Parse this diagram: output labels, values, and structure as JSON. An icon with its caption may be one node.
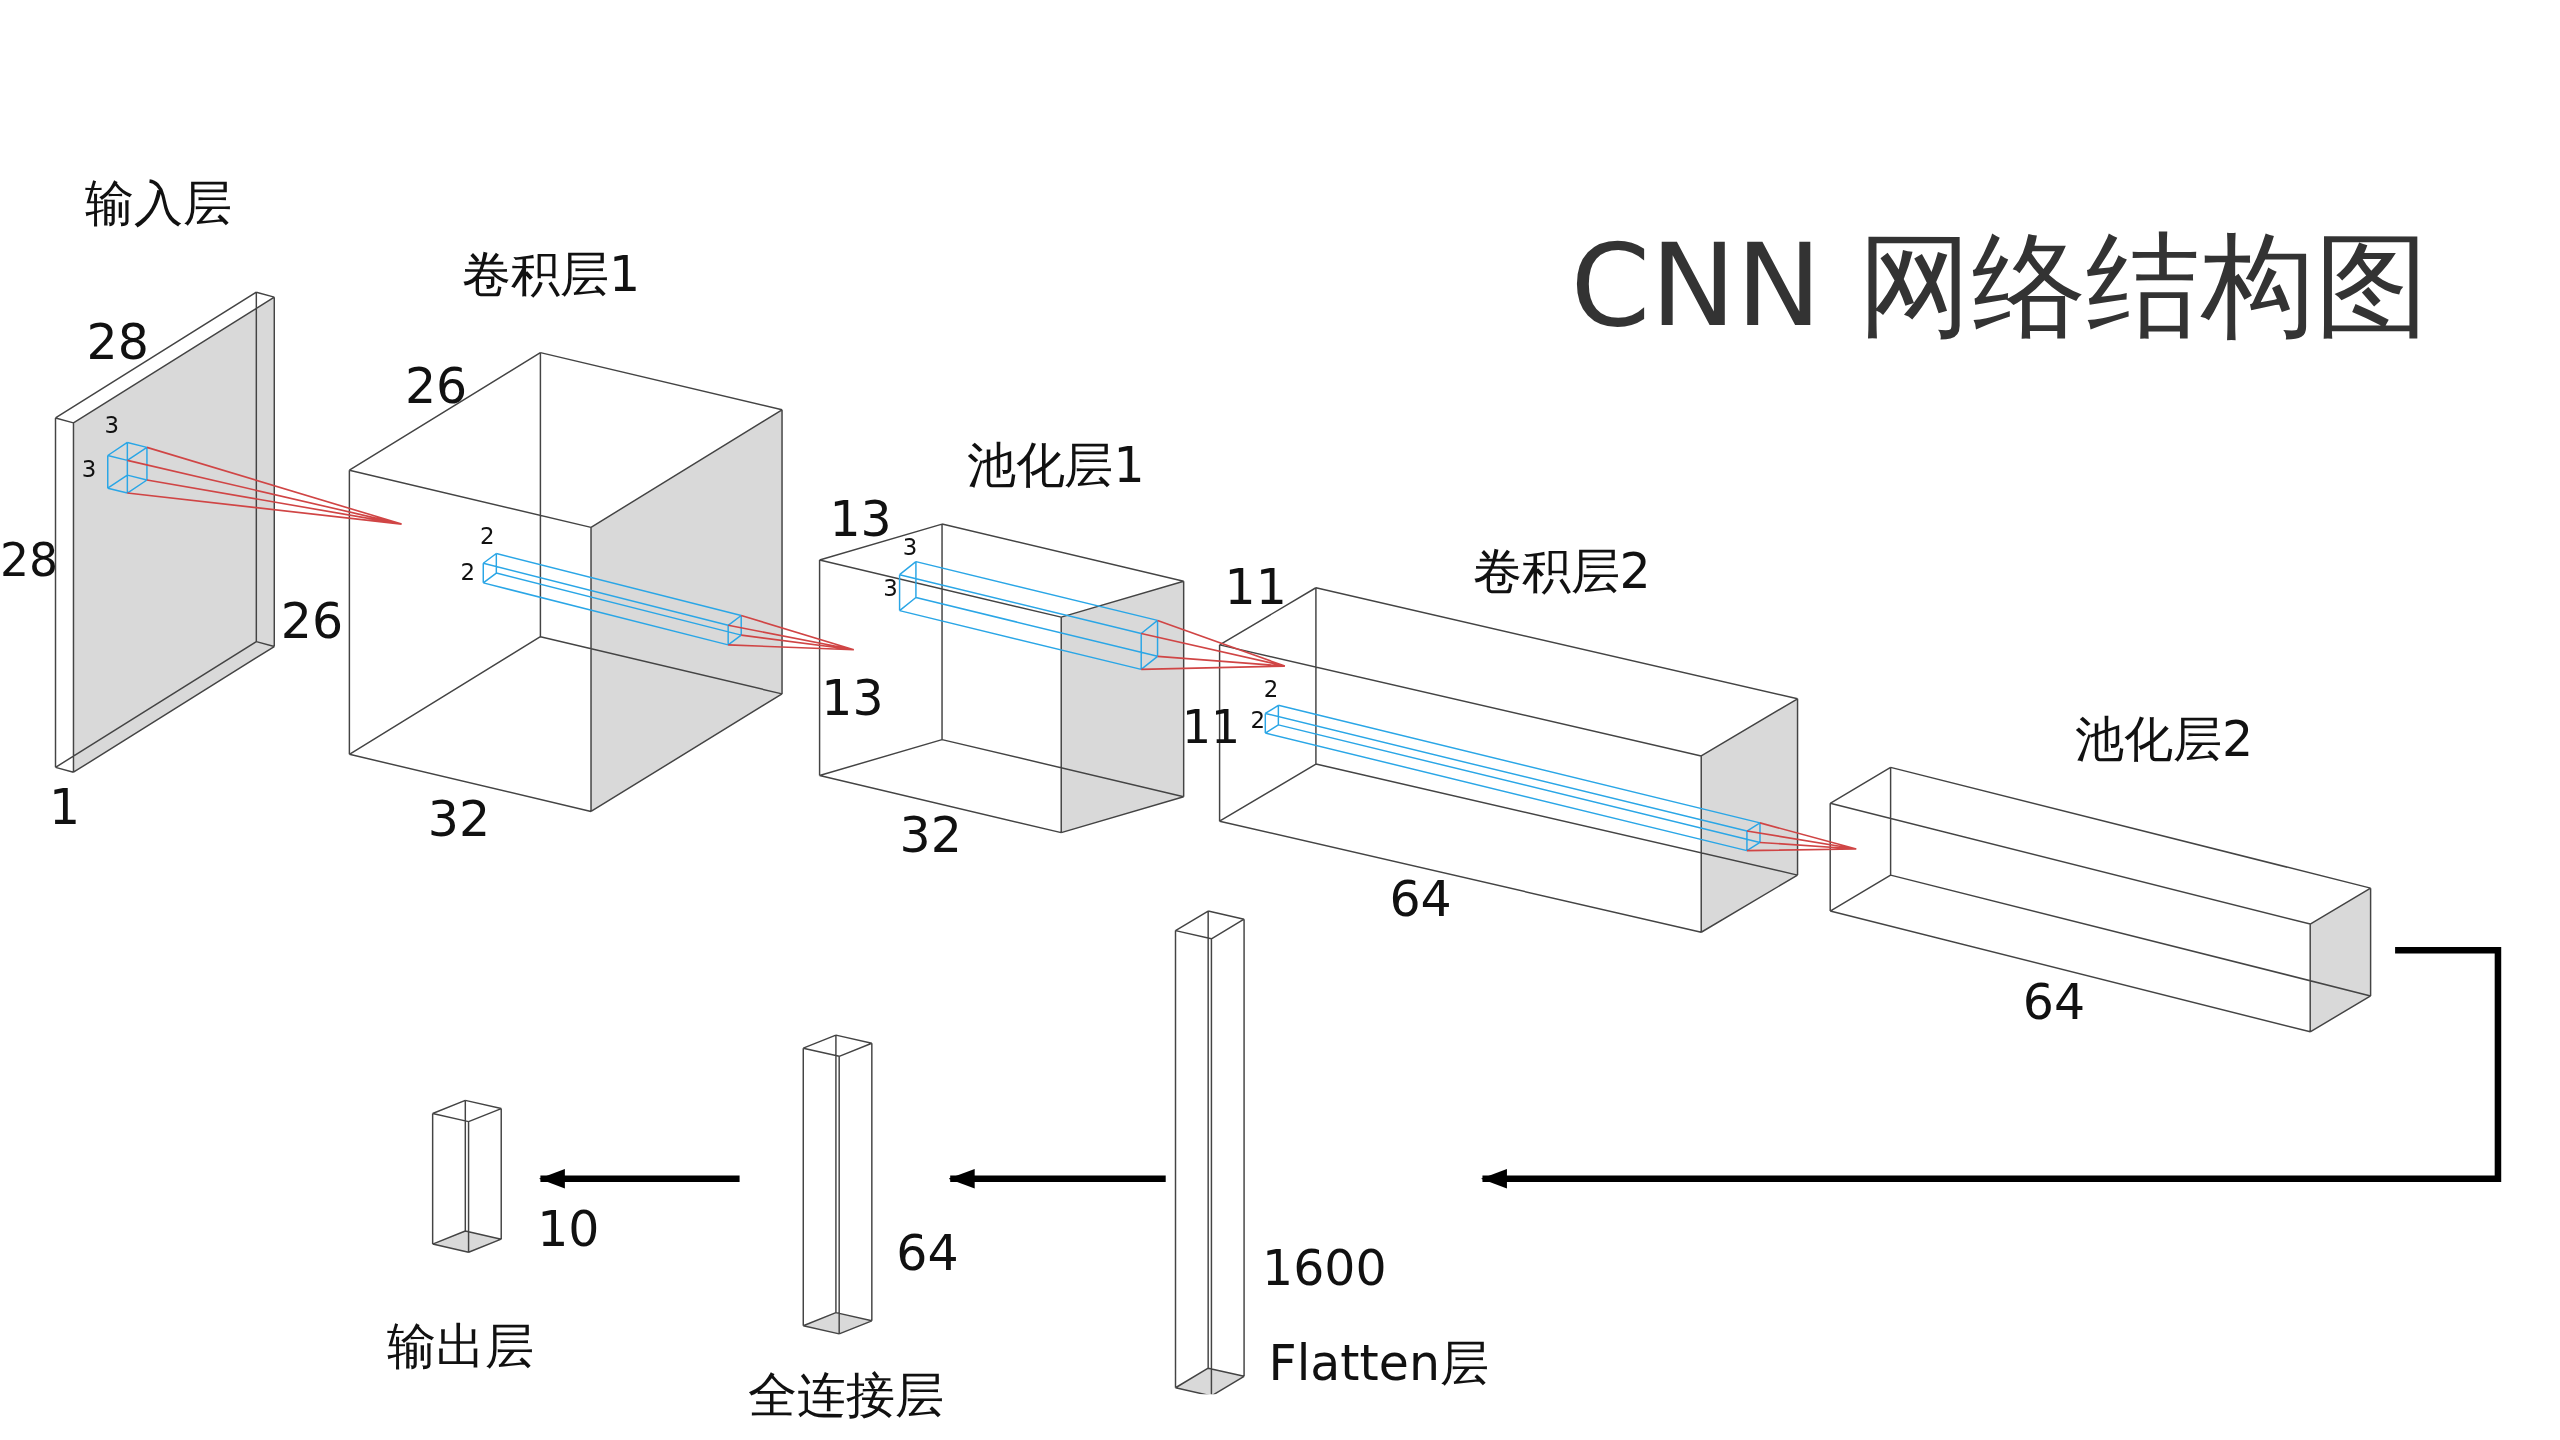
{
  "diagram": {
    "title": "CNN 网络结构图",
    "nodes": [
      {
        "text": [
          "输入层"
        ]
      },
      {
        "text": [
          "卷积层1"
        ]
      },
      {
        "text": [
          "池化层1"
        ]
      },
      {
        "text": [
          "卷积层2"
        ]
      },
      {
        "text": [
          "池化层2"
        ]
      },
      {
        "text": [
          "Flatten层"
        ]
      },
      {
        "text": [
          "全连接层"
        ]
      },
      {
        "text": [
          "输出层"
        ]
      }
    ],
    "edges": [
      {
        "from": 0,
        "to": 1,
        "arrow": "none"
      },
      {
        "from": 1,
        "to": 2,
        "arrow": "none"
      },
      {
        "from": 2,
        "to": 3,
        "arrow": "none"
      },
      {
        "from": 3,
        "to": 4,
        "arrow": "none"
      },
      {
        "from": 4,
        "to": 5,
        "arrow": "to",
        "style": "thick",
        "color": "#000000"
      },
      {
        "from": 5,
        "to": 6,
        "arrow": "to",
        "style": "thick",
        "color": "#000000"
      },
      {
        "from": 6,
        "to": 7,
        "arrow": "to",
        "style": "thick",
        "color": "#000000"
      }
    ],
    "labels": [
      "28",
      "3",
      "3",
      "28",
      "1",
      "26",
      "2",
      "2",
      "26",
      "32",
      "13",
      "3",
      "3",
      "13",
      "32",
      "11",
      "2",
      "11",
      "2",
      "64",
      "64",
      "1600",
      "64",
      "10"
    ]
  }
}
